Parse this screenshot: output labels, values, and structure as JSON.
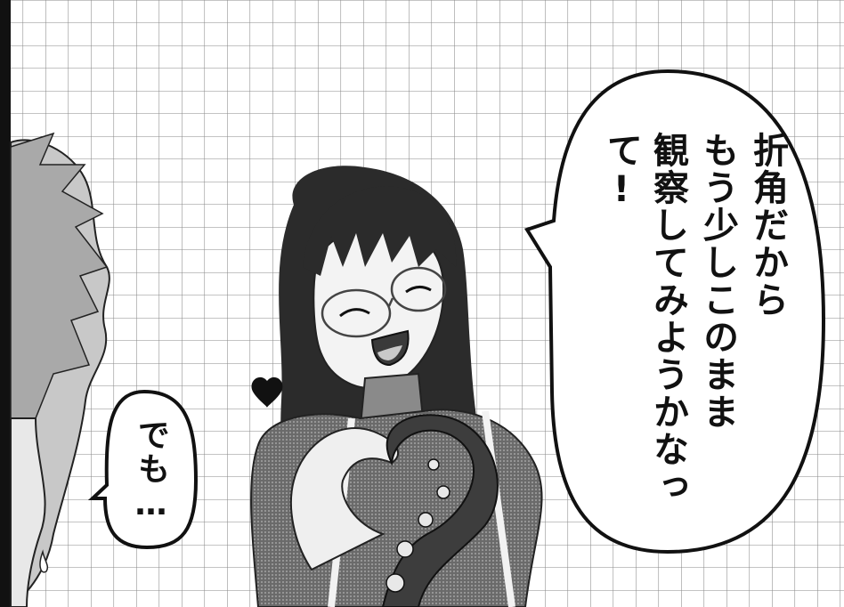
{
  "panel": {
    "speech_right": {
      "lines": [
        "折角だから",
        "もう少しこのまま",
        "観察してみようかなって!"
      ]
    },
    "speech_left": {
      "lines": [
        "でも…"
      ]
    }
  }
}
